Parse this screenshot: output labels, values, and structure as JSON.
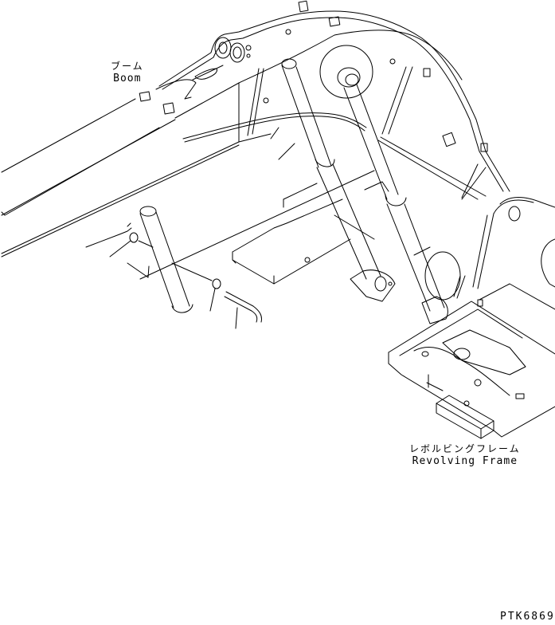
{
  "diagram": {
    "type": "exploded parts illustration (line drawing)",
    "subject": "Excavator boom mounting to revolving frame with boom foot pin",
    "labels": {
      "boom": {
        "jp": "ブーム",
        "en": "Boom"
      },
      "revolving_frame": {
        "jp": "レボルビングフレーム",
        "en": "Revolving Frame"
      }
    },
    "drawing_code": "PTK6869",
    "parts": [
      "boom",
      "boom-cylinders",
      "boom-foot-pin",
      "lock-plate",
      "washer",
      "bolt",
      "grease-pipe",
      "revolving-frame",
      "counterweight-block"
    ]
  }
}
